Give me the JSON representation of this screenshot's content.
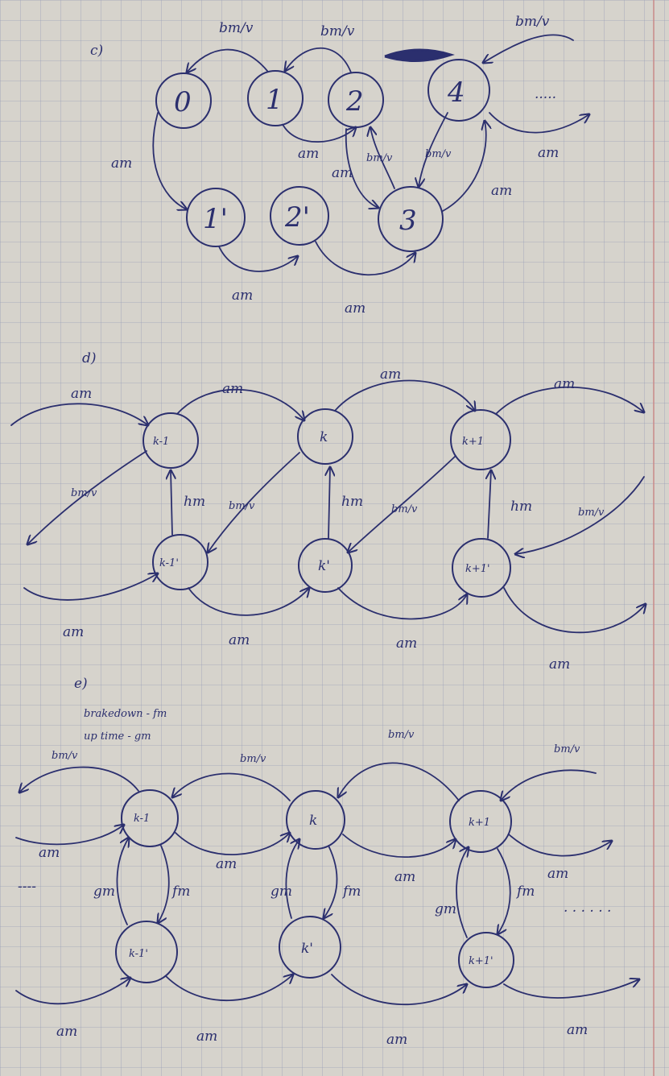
{
  "colors": {
    "ink": "#2b2f6e",
    "paper": "#d6d3cc",
    "grid": "#9aa0b8",
    "margin_line": "#c98a8a"
  },
  "sections": {
    "c": {
      "heading": "c)",
      "states": [
        "0",
        "1",
        "2",
        "4",
        "1'",
        "2'",
        "3"
      ],
      "labels": {
        "b1": "bm/v",
        "b2": "bm/v",
        "b4": "bm/v",
        "b34": "bm/v",
        "b32": "bm/v",
        "a_01p": "am",
        "a_12": "am",
        "a_23": "am",
        "a_34": "am",
        "a_4out": "am",
        "a_1p2p": "am",
        "a_2p3": "am",
        "dots": "....."
      }
    },
    "d": {
      "heading": "d)",
      "states": [
        "k-1",
        "k",
        "k+1",
        "k-1'",
        "k'",
        "k+1'"
      ],
      "labels": {
        "a_in_top": "am",
        "a_top1": "am",
        "a_top2": "am",
        "a_top3": "am",
        "b_left": "bm/v",
        "b_mid1": "bm/v",
        "b_mid2": "bm/v",
        "b_right": "bm/v",
        "h1": "hm",
        "h2": "hm",
        "h3": "hm",
        "a_in_bot": "am",
        "a_bot1": "am",
        "a_bot2": "am",
        "a_bot3": "am"
      }
    },
    "e": {
      "heading": "e)",
      "notes": [
        "brakedown - fm",
        "up time - gm"
      ],
      "states": [
        "k-1",
        "k",
        "k+1",
        "k-1'",
        "k'",
        "k+1'"
      ],
      "labels": {
        "b_left": "bm/v",
        "b_top1": "bm/v",
        "b_top2": "bm/v",
        "b_top3": "bm/v",
        "a_in": "am",
        "a_mid1": "am",
        "a_mid2": "am",
        "a_mid3": "am",
        "g1": "gm",
        "f1": "fm",
        "g2": "gm",
        "f2": "fm",
        "g3": "gm",
        "f3": "fm",
        "dots_left": "----",
        "dots_right": ". . . . . .",
        "a_bot0": "am",
        "a_bot1": "am",
        "a_bot2": "am",
        "a_bot3": "am"
      }
    }
  }
}
